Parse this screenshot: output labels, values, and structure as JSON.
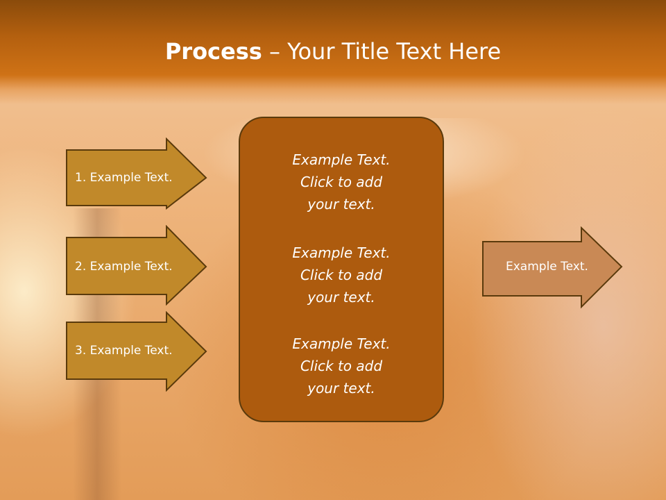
{
  "slide": {
    "title_bold": "Process",
    "title_dash": "–",
    "title_rest": "Your Title Text Here"
  },
  "left_arrows": [
    {
      "label": "1. Example Text."
    },
    {
      "label": "2. Example Text."
    },
    {
      "label": "3. Example Text."
    }
  ],
  "center_box": {
    "paragraphs": [
      "Example Text.\nClick  to add\nyour text.",
      "Example Text.\nClick  to add\nyour text.",
      "Example Text.\nClick  to add\nyour text."
    ]
  },
  "right_arrow": {
    "label": "Example Text."
  },
  "colors": {
    "left_arrow_fill": "#c1892a",
    "arrow_stroke": "#5a3a0c",
    "center_box_fill": "#ad5b0e",
    "right_arrow_fill": "#c98955",
    "title_band": "#b4600f"
  }
}
